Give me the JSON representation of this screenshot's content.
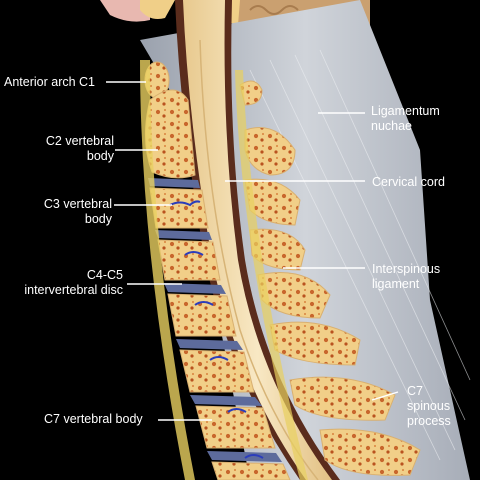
{
  "labels": {
    "anterior_arch": "Anterior arch C1",
    "c2_body": [
      "C2 vertebral",
      "body"
    ],
    "c3_body": [
      "C3 vertebral",
      "body"
    ],
    "c4c5_disc": [
      "C4-C5",
      "intervertebral disc"
    ],
    "c7_body": "C7 vertebral body",
    "lig_nuchae": [
      "Ligamentum",
      "nuchae"
    ],
    "cervical_cord": "Cervical cord",
    "interspinous": [
      "Interspinous",
      "ligament"
    ],
    "c7_spinous": [
      "C7",
      "spinous",
      "process"
    ]
  },
  "colors": {
    "background": "#000000",
    "bone": "#f1cf88",
    "marrow": "#c8662c",
    "disc": "#5d6b9c",
    "ligament": "#c8ccd4",
    "cord": "#f4deb0",
    "leader": "#ffffff"
  }
}
